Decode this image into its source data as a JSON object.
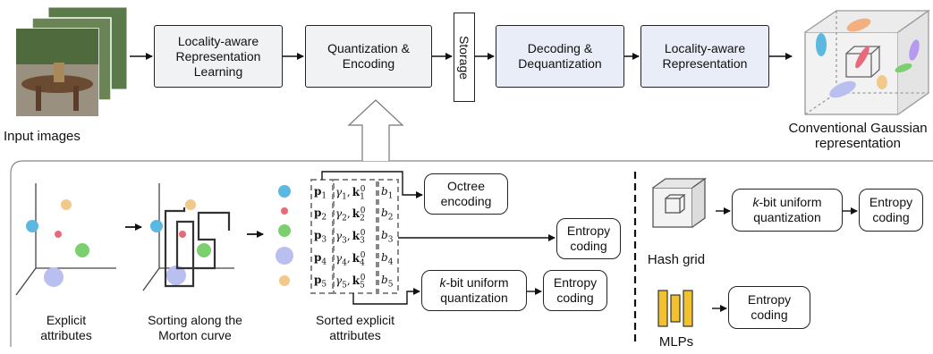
{
  "top": {
    "input_label": "Input images",
    "locality_learning": "Locality-aware Representation Learning",
    "quant_encoding": "Quantization & Encoding",
    "storage": "Storage",
    "decoding": "Decoding & Dequantization",
    "locality_repr": "Locality-aware Representation",
    "gaussian_label": "Conventional Gaussian representation"
  },
  "bottom": {
    "explicit_label": "Explicit attributes",
    "sorting_label": "Sorting along the Morton curve",
    "sorted_label": "Sorted explicit attributes",
    "octree": "Octree encoding",
    "entropy": "Entropy coding",
    "kbit_prefix": "k",
    "kbit_rest": "-bit uniform quantization",
    "hash_label": "Hash grid",
    "mlps_label": "MLPs",
    "rows": [
      {
        "p": "p",
        "sub": "1",
        "g": "γ",
        "gs": "1",
        "k": "k",
        "ks": "1",
        "ksup": "0",
        "b": "b",
        "bs": "1"
      },
      {
        "p": "p",
        "sub": "2",
        "g": "γ",
        "gs": "2",
        "k": "k",
        "ks": "2",
        "ksup": "0",
        "b": "b",
        "bs": "2"
      },
      {
        "p": "p",
        "sub": "3",
        "g": "γ",
        "gs": "3",
        "k": "k",
        "ks": "3",
        "ksup": "0",
        "b": "b",
        "bs": "3"
      },
      {
        "p": "p",
        "sub": "4",
        "g": "γ",
        "gs": "4",
        "k": "k",
        "ks": "4",
        "ksup": "0",
        "b": "b",
        "bs": "4"
      },
      {
        "p": "p",
        "sub": "5",
        "g": "γ",
        "gs": "5",
        "k": "k",
        "ks": "5",
        "ksup": "0",
        "b": "b",
        "bs": "5"
      }
    ]
  },
  "colors": {
    "blue_box": "#e9edf7",
    "gray_box": "#f1f2f4",
    "mlp_yellow": "#f2c12e",
    "dot_cyan": "#5bb8e0",
    "dot_red": "#e86a7a",
    "dot_green": "#7ccf6e",
    "dot_lavender": "#b9c0f0",
    "dot_orange": "#f2c98a"
  }
}
